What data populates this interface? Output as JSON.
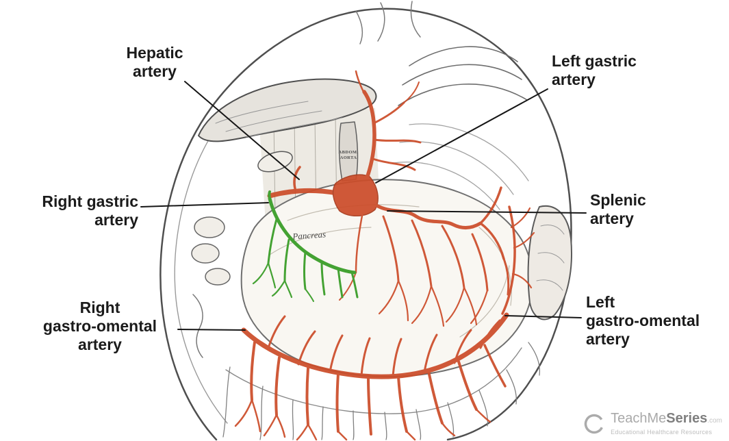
{
  "colors": {
    "background": "#ffffff",
    "artery_red": "#cc4d2a",
    "artery_red_dark": "#a83a1c",
    "artery_green": "#44a233",
    "leader_line": "#161616",
    "label_text": "#1b1b1b",
    "sketch_gray": "#4f4f4f"
  },
  "labels": {
    "hepatic": {
      "lines": [
        "Hepatic",
        "artery"
      ]
    },
    "left_gastric": {
      "lines": [
        "Left gastric",
        "artery"
      ]
    },
    "right_gastric": {
      "lines": [
        "Right gastric",
        "artery"
      ]
    },
    "splenic": {
      "lines": [
        "Splenic",
        "artery"
      ]
    },
    "right_gastro_omental": {
      "lines": [
        "Right",
        "gastro-omental",
        "artery"
      ]
    },
    "left_gastro_omental": {
      "lines": [
        "Left",
        "gastro-omental",
        "artery"
      ]
    }
  },
  "engraving_text": {
    "aorta_line1": "ABDOM.",
    "aorta_line2": "AORTA",
    "pancreas": "Pancreas"
  },
  "watermark": {
    "brand_first": "TeachMe",
    "brand_second": "Series",
    "brand_suffix": ".com",
    "tagline": "Educational Healthcare Resources"
  }
}
